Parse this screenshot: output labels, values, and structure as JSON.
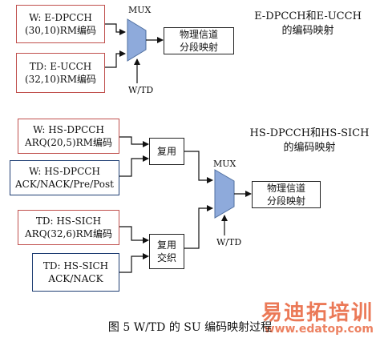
{
  "top_section": {
    "title_line1": "E-DPCCH和E-UCCH",
    "title_line2": "的编码映射",
    "mux_label": "MUX",
    "wtd_label": "W/TD",
    "box_w_edpcch": {
      "line1": "W: E-DPCCH",
      "line2": "(30,10)RM编码"
    },
    "box_td_eucch": {
      "line1": "TD: E-UCCH",
      "line2": "(32,10)RM编码"
    },
    "box_mapping": {
      "line1": "物理信道",
      "line2": "分段映射"
    }
  },
  "bottom_section": {
    "title_line1": "HS-DPCCH和HS-SICH",
    "title_line2": "的编码映射",
    "mux_label": "MUX",
    "wtd_label": "W/TD",
    "box_w_hsdpcch_arq": {
      "line1": "W: HS-DPCCH",
      "line2": "ARQ(20,5)RM编码"
    },
    "box_w_hsdpcch_ack": {
      "line1": "W: HS-DPCCH",
      "line2": "ACK/NACK/Pre/Post"
    },
    "box_multiplex_w": {
      "line1": "复用"
    },
    "box_td_hssich_arq": {
      "line1": "TD: HS-SICH",
      "line2": "ARQ(32,6)RM编码"
    },
    "box_td_hssich_ack": {
      "line1": "TD: HS-SICH",
      "line2": "ACK/NACK"
    },
    "box_multiplex_td": {
      "line1": "复用",
      "line2": "交织"
    },
    "box_mapping": {
      "line1": "物理信道",
      "line2": "分段映射"
    }
  },
  "caption": "图 5   W/TD 的 SU 编码映射过程",
  "watermark": {
    "text": "易迪拓培训",
    "url": "www.edatop.com"
  },
  "colors": {
    "box_red": "#c0504d",
    "box_navy": "#1f3e73",
    "mux_fill": "#8eaadb",
    "line": "#111111"
  }
}
